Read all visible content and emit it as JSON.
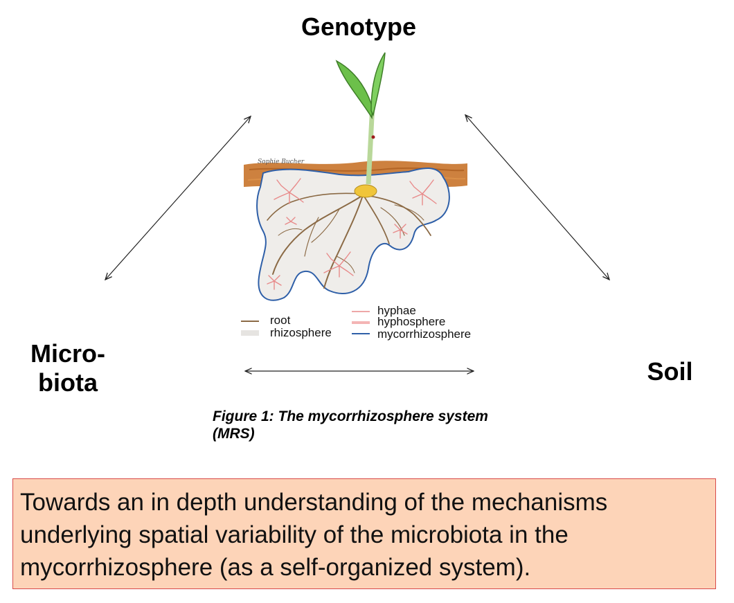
{
  "nodes": {
    "genotype": "Genotype",
    "microbiota_line1": "Micro-",
    "microbiota_line2": "biota",
    "soil": "Soil"
  },
  "illustration": {
    "signature": "Sophie Bucher",
    "legend": {
      "root": "root",
      "rhizosphere": "rhizosphere",
      "hyphae": "hyphae",
      "hyphosphere": "hyphosphere",
      "mycorrhizosphere": "mycorrhizosphere"
    }
  },
  "caption": {
    "line1": "Figure 1: The mycorrhizosphere system",
    "line2": "(MRS)"
  },
  "summary": "Towards an in depth understanding of the mechanisms underlying spatial variability of the microbiota in the mycorrhizosphere (as a self-organized system).",
  "colors": {
    "summary_bg": "#fdd4b8",
    "summary_border": "#d84a4a",
    "soil": "#c8732a",
    "root": "#8b6a45",
    "hyphae": "#e88a8a",
    "mycorrhizosphere": "#2e5fa8",
    "leaf": "#6cc04a"
  }
}
